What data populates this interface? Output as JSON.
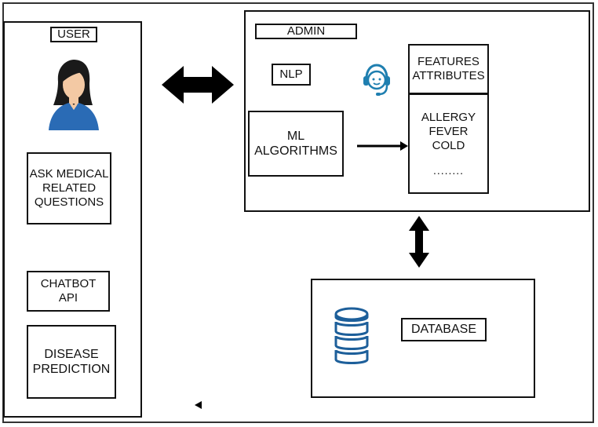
{
  "user_panel": {
    "title": "USER",
    "ask": "ASK MEDICAL\nRELATED\nQUESTIONS",
    "chatbot_api": "CHATBOT\nAPI",
    "disease_prediction": "DISEASE\nPREDICTION"
  },
  "admin_panel": {
    "title": "ADMIN",
    "nlp": "NLP",
    "ml_algorithms": "ML\nALGORITHMS",
    "features_header": "FEATURES\nATTRIBUTES",
    "features_list": "ALLERGY\nFEVER\nCOLD",
    "features_more": "........"
  },
  "database_panel": {
    "label": "DATABASE"
  },
  "icons": {
    "user": "user-avatar-icon",
    "support": "support-agent-icon",
    "database": "database-cylinder-icon"
  },
  "colors": {
    "user_shirt": "#2a6bb5",
    "user_hair": "#1a1a1a",
    "user_skin": "#f3c9a4",
    "support_icon": "#1f7fb0",
    "database_icon": "#1d5f9a"
  }
}
